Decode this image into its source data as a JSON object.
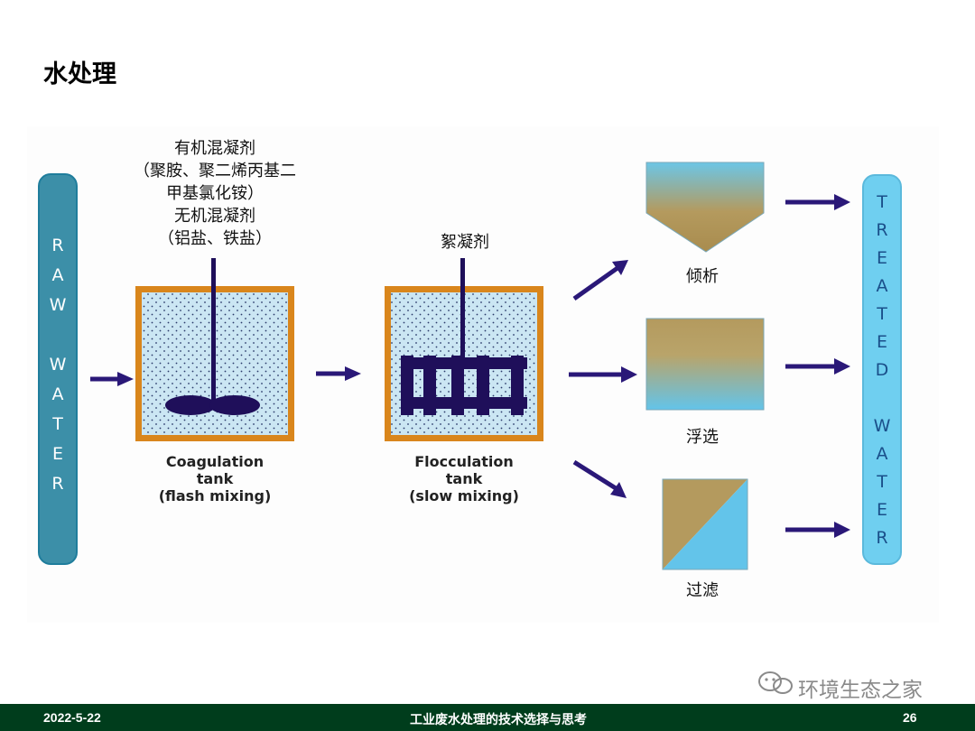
{
  "slide_title": "水处理",
  "raw_water_letters": [
    "R",
    "A",
    "W",
    "",
    "W",
    "A",
    "T",
    "E",
    "R"
  ],
  "treated_water_letters": [
    "T",
    "R",
    "E",
    "A",
    "T",
    "E",
    "D",
    "",
    "W",
    "A",
    "T",
    "E",
    "R"
  ],
  "coagulant_text": "有机混凝剂\n（聚胺、聚二烯丙基二\n甲基氯化铵）\n无机混凝剂\n（铝盐、铁盐）",
  "flocculant_text": "絮凝剂",
  "coagulation_tank_label": "Coagulation\ntank\n(flash mixing)",
  "flocculation_tank_label": "Flocculation\ntank\n(slow mixing)",
  "process_labels": {
    "decant": "倾析",
    "float": "浮选",
    "filter": "过滤"
  },
  "colors": {
    "tank_border": "#d9861c",
    "water": "#cbe6f3",
    "mixer": "#1f0f5a",
    "arrow": "#2a1878",
    "sand": "#b49a5e",
    "sky": "#63c4ea"
  },
  "footer": {
    "date": "2022-5-22",
    "title": "工业废水处理的技术选择与思考",
    "page": "26"
  },
  "watermark": "环境生态之家"
}
